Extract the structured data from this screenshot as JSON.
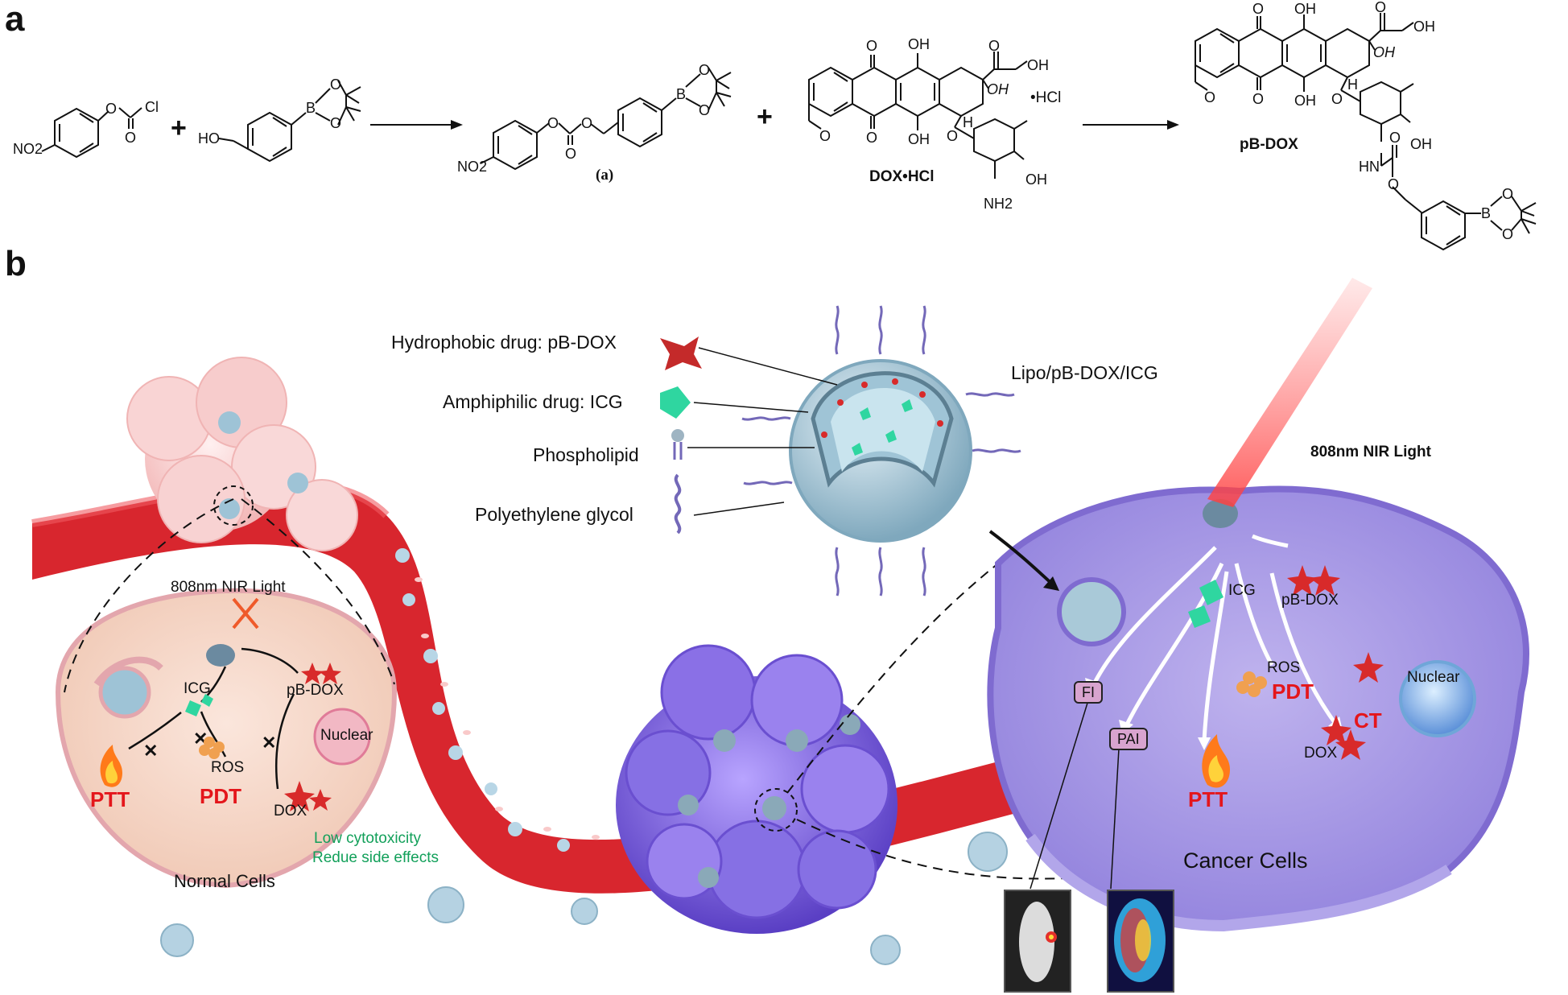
{
  "panels": {
    "a": "a",
    "b": "b"
  },
  "scheme": {
    "reagent1": {
      "nitro": "NO2",
      "carbonyl_o": "O",
      "chloro": "Cl",
      "ester_o": "O"
    },
    "reagent2": {
      "hydroxyl": "HO",
      "boron": "B",
      "o_top": "O",
      "o_bot": "O"
    },
    "intermediate": {
      "label": "(a)",
      "nitro": "NO2",
      "o1": "O",
      "o2": "O",
      "o3": "O",
      "boron": "B",
      "bo1": "O",
      "bo2": "O"
    },
    "dox": {
      "label": "DOX•HCl",
      "salt": "•HCl",
      "oh_top": "OH",
      "oh_mid": "OH",
      "oh_bot": "OH",
      "oh_side": "OH",
      "oh_ring": "OH",
      "o1": "O",
      "o2": "O",
      "o3": "O",
      "o4": "O",
      "o5": "O",
      "h": "H",
      "nh2": "NH2"
    },
    "product": {
      "label": "pB-DOX",
      "oh_top": "OH",
      "oh_mid": "OH",
      "oh_bot": "OH",
      "oh_side": "OH",
      "oh_ring": "OH",
      "o1": "O",
      "o2": "O",
      "o3": "O",
      "o4": "O",
      "o5": "O",
      "o6": "O",
      "o7": "O",
      "h": "H",
      "hn": "HN",
      "boron": "B",
      "bo1": "O",
      "bo2": "O"
    },
    "plus": "+"
  },
  "legend": {
    "hydrophobic": "Hydrophobic drug: pB-DOX",
    "amphiphilic": "Amphiphilic drug: ICG",
    "phospholipid": "Phospholipid",
    "peg": "Polyethylene glycol",
    "liposome": "Lipo/pB-DOX/ICG"
  },
  "normal": {
    "light": "808nm NIR Light",
    "icg": "ICG",
    "pbdox": "pB-DOX",
    "nuclear": "Nuclear",
    "ros": "ROS",
    "ptt": "PTT",
    "pdt": "PDT",
    "dox": "DOX",
    "low_tox": "Low cytotoxicity",
    "side": "Redue side effects",
    "cells": "Normal Cells"
  },
  "cancer": {
    "light": "808nm NIR Light",
    "icg": "ICG",
    "pbdox": "pB-DOX",
    "ros": "ROS",
    "pdt": "PDT",
    "nuclear": "Nuclear",
    "ct": "CT",
    "dox": "DOX",
    "fi": "FI",
    "pai": "PAI",
    "ptt": "PTT",
    "cells": "Cancer Cells"
  },
  "colors": {
    "vessel": "#d8262e",
    "membrane_purple": "#a79be0",
    "normal_cell": "#f4d4c6",
    "tumor_purple": "#7a5fd8",
    "liposome_blue": "#a9c9d8",
    "icg_green": "#2fd6a0",
    "dox_red": "#d82a2a",
    "text_red": "#e4161b",
    "text_green": "#12a05a"
  }
}
